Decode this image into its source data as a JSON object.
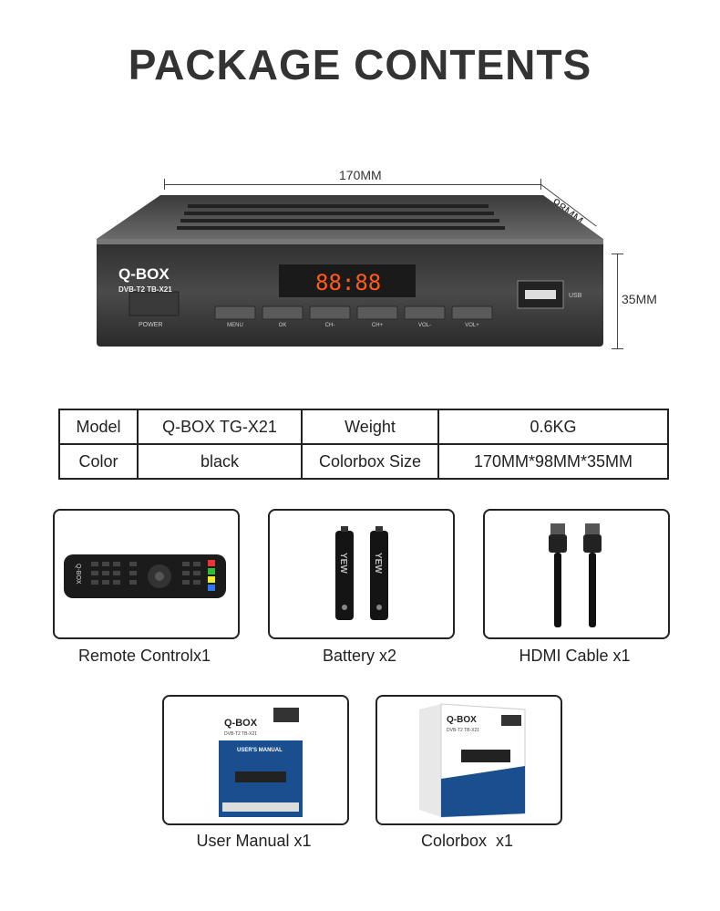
{
  "heading": "PACKAGE CONTENTS",
  "dimensions": {
    "length": "170MM",
    "depth": "98MM",
    "height": "35MM"
  },
  "device": {
    "brand": "Q-BOX",
    "model_line": "DVB-T2  TB-X21",
    "display": "88:88",
    "power_label": "POWER",
    "buttons": [
      "MENU",
      "OK",
      "CH-",
      "CH+",
      "VOL-",
      "VOL+"
    ],
    "usb_label": "USB"
  },
  "spec_table": {
    "rows": [
      [
        "Model",
        "Q-BOX TG-X21",
        "Weight",
        "0.6KG"
      ],
      [
        "Color",
        "black",
        "Colorbox Size",
        "170MM*98MM*35MM"
      ]
    ]
  },
  "items": [
    {
      "label": "Remote Controlx1"
    },
    {
      "label": "Battery x2"
    },
    {
      "label": "HDMI Cable x1"
    },
    {
      "label": "User Manual x1"
    },
    {
      "label": "Colorbox  x1"
    }
  ],
  "remote_brand": "Q-BOX",
  "battery_brand": "YEW",
  "manual": {
    "brand": "Q-BOX",
    "model": "DVB-T2  TB-X21",
    "title": "USER'S MANUAL"
  },
  "colorbox": {
    "brand": "Q-BOX",
    "model": "DVB-T2 TB-X21"
  },
  "colors": {
    "accent_display": "#ff5a1a",
    "frame": "#222222"
  }
}
